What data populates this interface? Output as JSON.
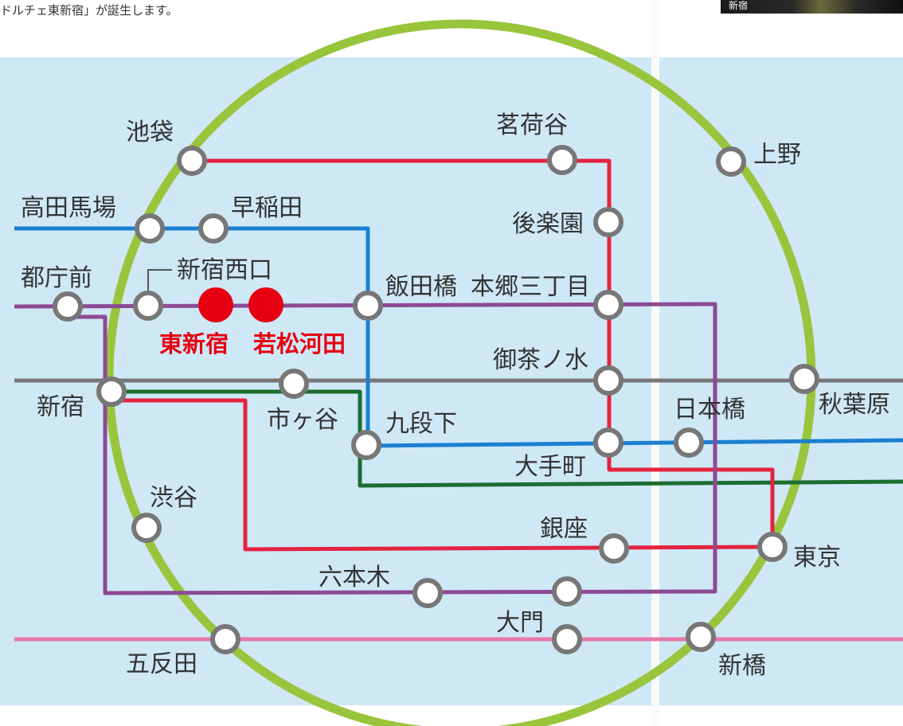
{
  "header": {
    "caption": "ドルチェ東新宿」が誕生します。",
    "photo_label": "新宿"
  },
  "colors": {
    "water": "#cfe8f6",
    "yamanote": "#98c53c",
    "oedo": "#8c4a94",
    "marunouchi": "#e5233f",
    "tozai": "#1b7fd0",
    "chuo": "#777777",
    "shinjuku_line": "#1b6e31",
    "asakusa": "#e879a8",
    "new_station": "#e60012",
    "station_ring": "#777777"
  },
  "map": {
    "stations": {
      "ikebukuro": "池袋",
      "myogadani": "茗荷谷",
      "ueno": "上野",
      "takadanobaba": "高田馬場",
      "waseda": "早稲田",
      "korakuen": "後楽園",
      "tochomae": "都庁前",
      "shinjuku_nishiguchi": "新宿西口",
      "iidabashi": "飯田橋",
      "hongo_sanchome": "本郷三丁目",
      "ochanomizu": "御茶ノ水",
      "shinjuku": "新宿",
      "ichigaya": "市ヶ谷",
      "kudanshita": "九段下",
      "nihombashi": "日本橋",
      "akihabara": "秋葉原",
      "otemachi": "大手町",
      "shibuya": "渋谷",
      "ginza": "銀座",
      "tokyo": "東京",
      "roppongi": "六本木",
      "daimon": "大門",
      "gotanda": "五反田",
      "shimbashi": "新橋"
    },
    "new_stations": {
      "higashi_shinjuku": "東新宿",
      "wakamatsu_kawada": "若松河田"
    }
  }
}
